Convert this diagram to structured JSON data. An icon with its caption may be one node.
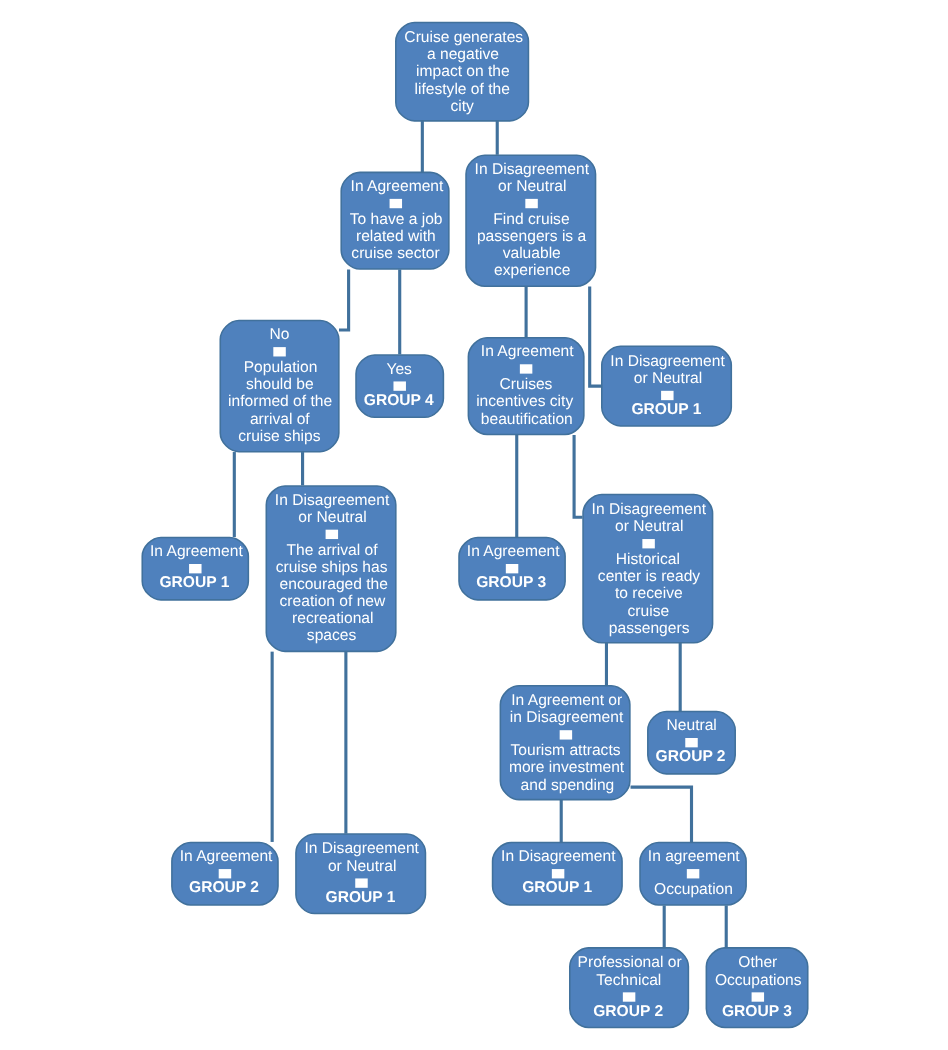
{
  "diagram": {
    "nodes": [
      {
        "text": [
          "Cruise generates a negative impact on the lifestyle of the city"
        ]
      },
      {
        "text": [
          "In Agreement",
          "To have a job related with cruise sector"
        ]
      },
      {
        "text": [
          "In Disagreement or Neutral",
          "Find cruise passengers is a valuable experience"
        ]
      },
      {
        "text": [
          "No",
          "Population should be informed of the arrival of cruise ships"
        ]
      },
      {
        "text": [
          "Yes",
          "GROUP 4"
        ]
      },
      {
        "text": [
          "In Agreement",
          "Cruises incentives city beautification"
        ]
      },
      {
        "text": [
          "In Disagreement or Neutral",
          "GROUP 1"
        ]
      },
      {
        "text": [
          "In Agreement",
          "GROUP 1"
        ]
      },
      {
        "text": [
          "In Disagreement or Neutral",
          "The arrival of cruise ships has encouraged the creation of new recreational spaces"
        ]
      },
      {
        "text": [
          "In Agreement",
          "GROUP 3"
        ]
      },
      {
        "text": [
          "In Disagreement or Neutral",
          "Historical center is ready to receive cruise passengers"
        ]
      },
      {
        "text": [
          "In Agreement",
          "GROUP 2"
        ]
      },
      {
        "text": [
          "In Agreement or in Disagreement",
          "Tourism attracts more investment and spending"
        ]
      },
      {
        "text": [
          "Neutral",
          "GROUP 2"
        ]
      },
      {
        "text": [
          "In Disagreement or Neutral",
          "GROUP 1"
        ]
      },
      {
        "text": [
          "In Disagreement",
          "GROUP 1"
        ]
      },
      {
        "text": [
          "In agreement",
          "Occupation"
        ]
      },
      {
        "text": [
          "Professional or Technical",
          "GROUP 2"
        ]
      },
      {
        "text": [
          "Other Occupations",
          "GROUP 3"
        ]
      }
    ],
    "edges": [
      {
        "from": 0,
        "to": 1,
        "arrow": "none"
      },
      {
        "from": 0,
        "to": 2,
        "arrow": "none"
      },
      {
        "from": 1,
        "to": 3,
        "arrow": "none"
      },
      {
        "from": 1,
        "to": 4,
        "arrow": "none"
      },
      {
        "from": 3,
        "to": 7,
        "arrow": "none"
      },
      {
        "from": 3,
        "to": 8,
        "arrow": "none"
      },
      {
        "from": 8,
        "to": 11,
        "arrow": "none"
      },
      {
        "from": 8,
        "to": 14,
        "arrow": "none"
      },
      {
        "from": 2,
        "to": 5,
        "arrow": "none"
      },
      {
        "from": 2,
        "to": 6,
        "arrow": "none"
      },
      {
        "from": 5,
        "to": 9,
        "arrow": "none"
      },
      {
        "from": 5,
        "to": 10,
        "arrow": "none"
      },
      {
        "from": 10,
        "to": 13,
        "arrow": "none"
      },
      {
        "from": 10,
        "to": 12,
        "arrow": "none"
      },
      {
        "from": 12,
        "to": 15,
        "arrow": "none"
      },
      {
        "from": 12,
        "to": 16,
        "arrow": "none"
      },
      {
        "from": 16,
        "to": 17,
        "arrow": "none"
      },
      {
        "from": 16,
        "to": 18,
        "arrow": "none"
      }
    ]
  }
}
